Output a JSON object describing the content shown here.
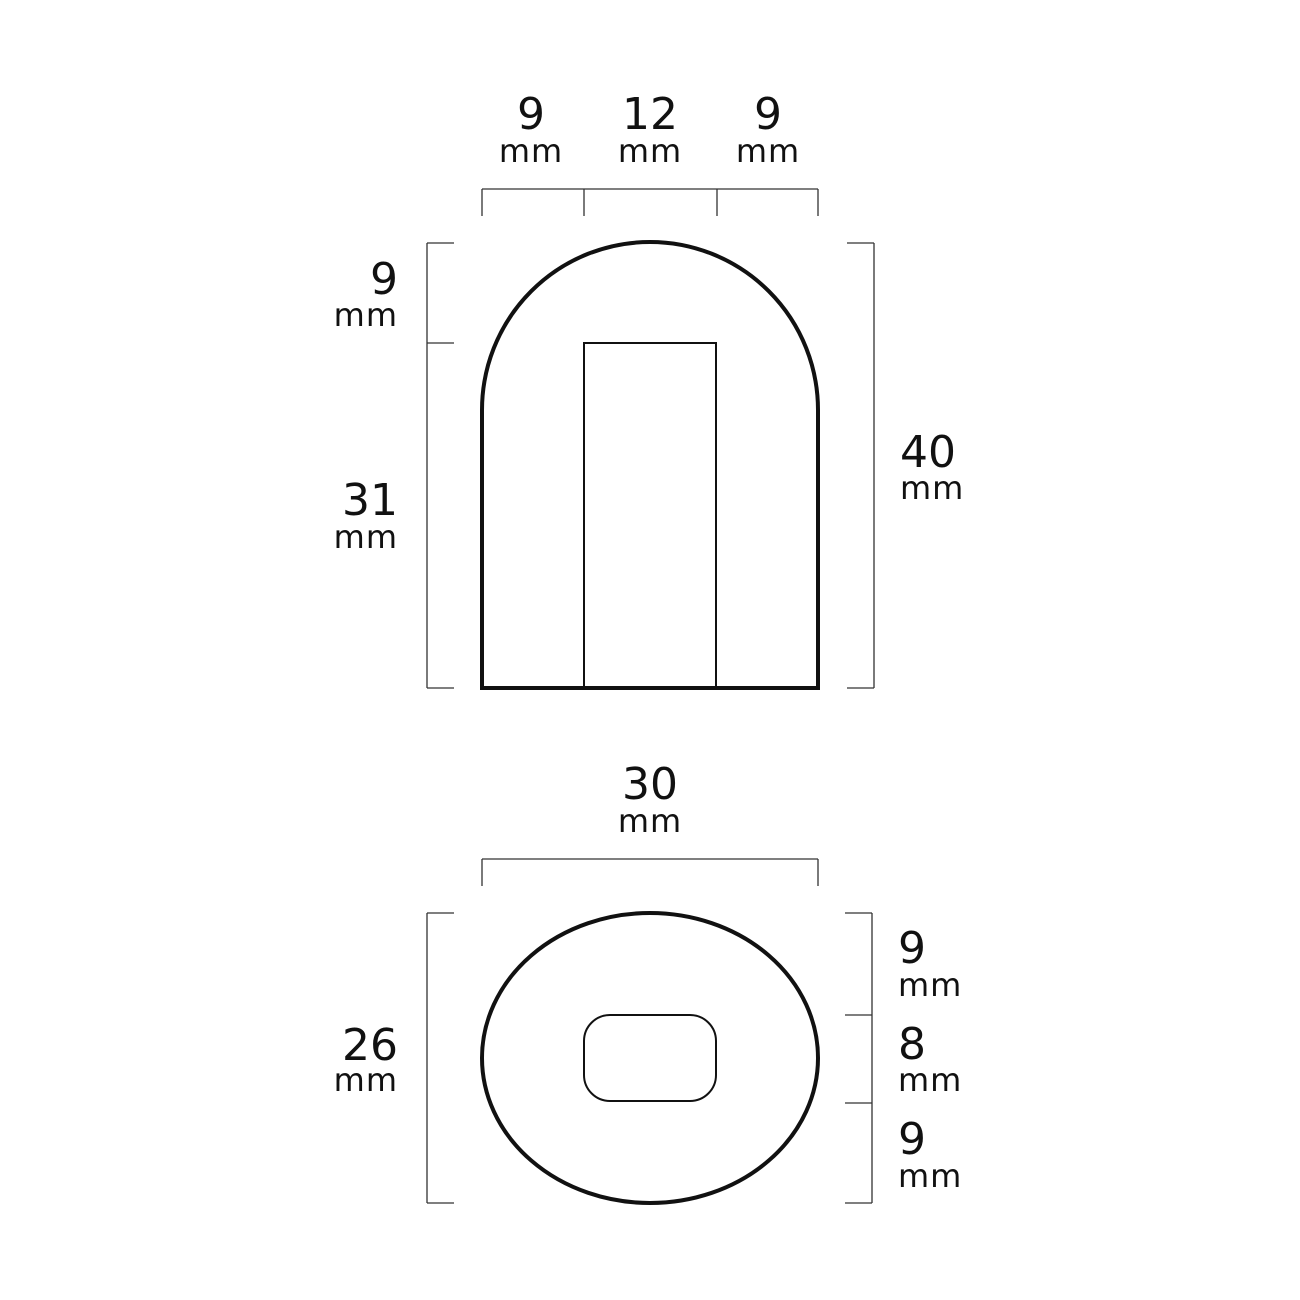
{
  "unit": "mm",
  "front_view": {
    "top_widths": [
      "9",
      "12",
      "9"
    ],
    "left_heights": [
      "9",
      "31"
    ],
    "total_height": "40"
  },
  "bottom_view": {
    "total_width": "30",
    "total_height": "26",
    "right_heights": [
      "9",
      "8",
      "9"
    ]
  }
}
